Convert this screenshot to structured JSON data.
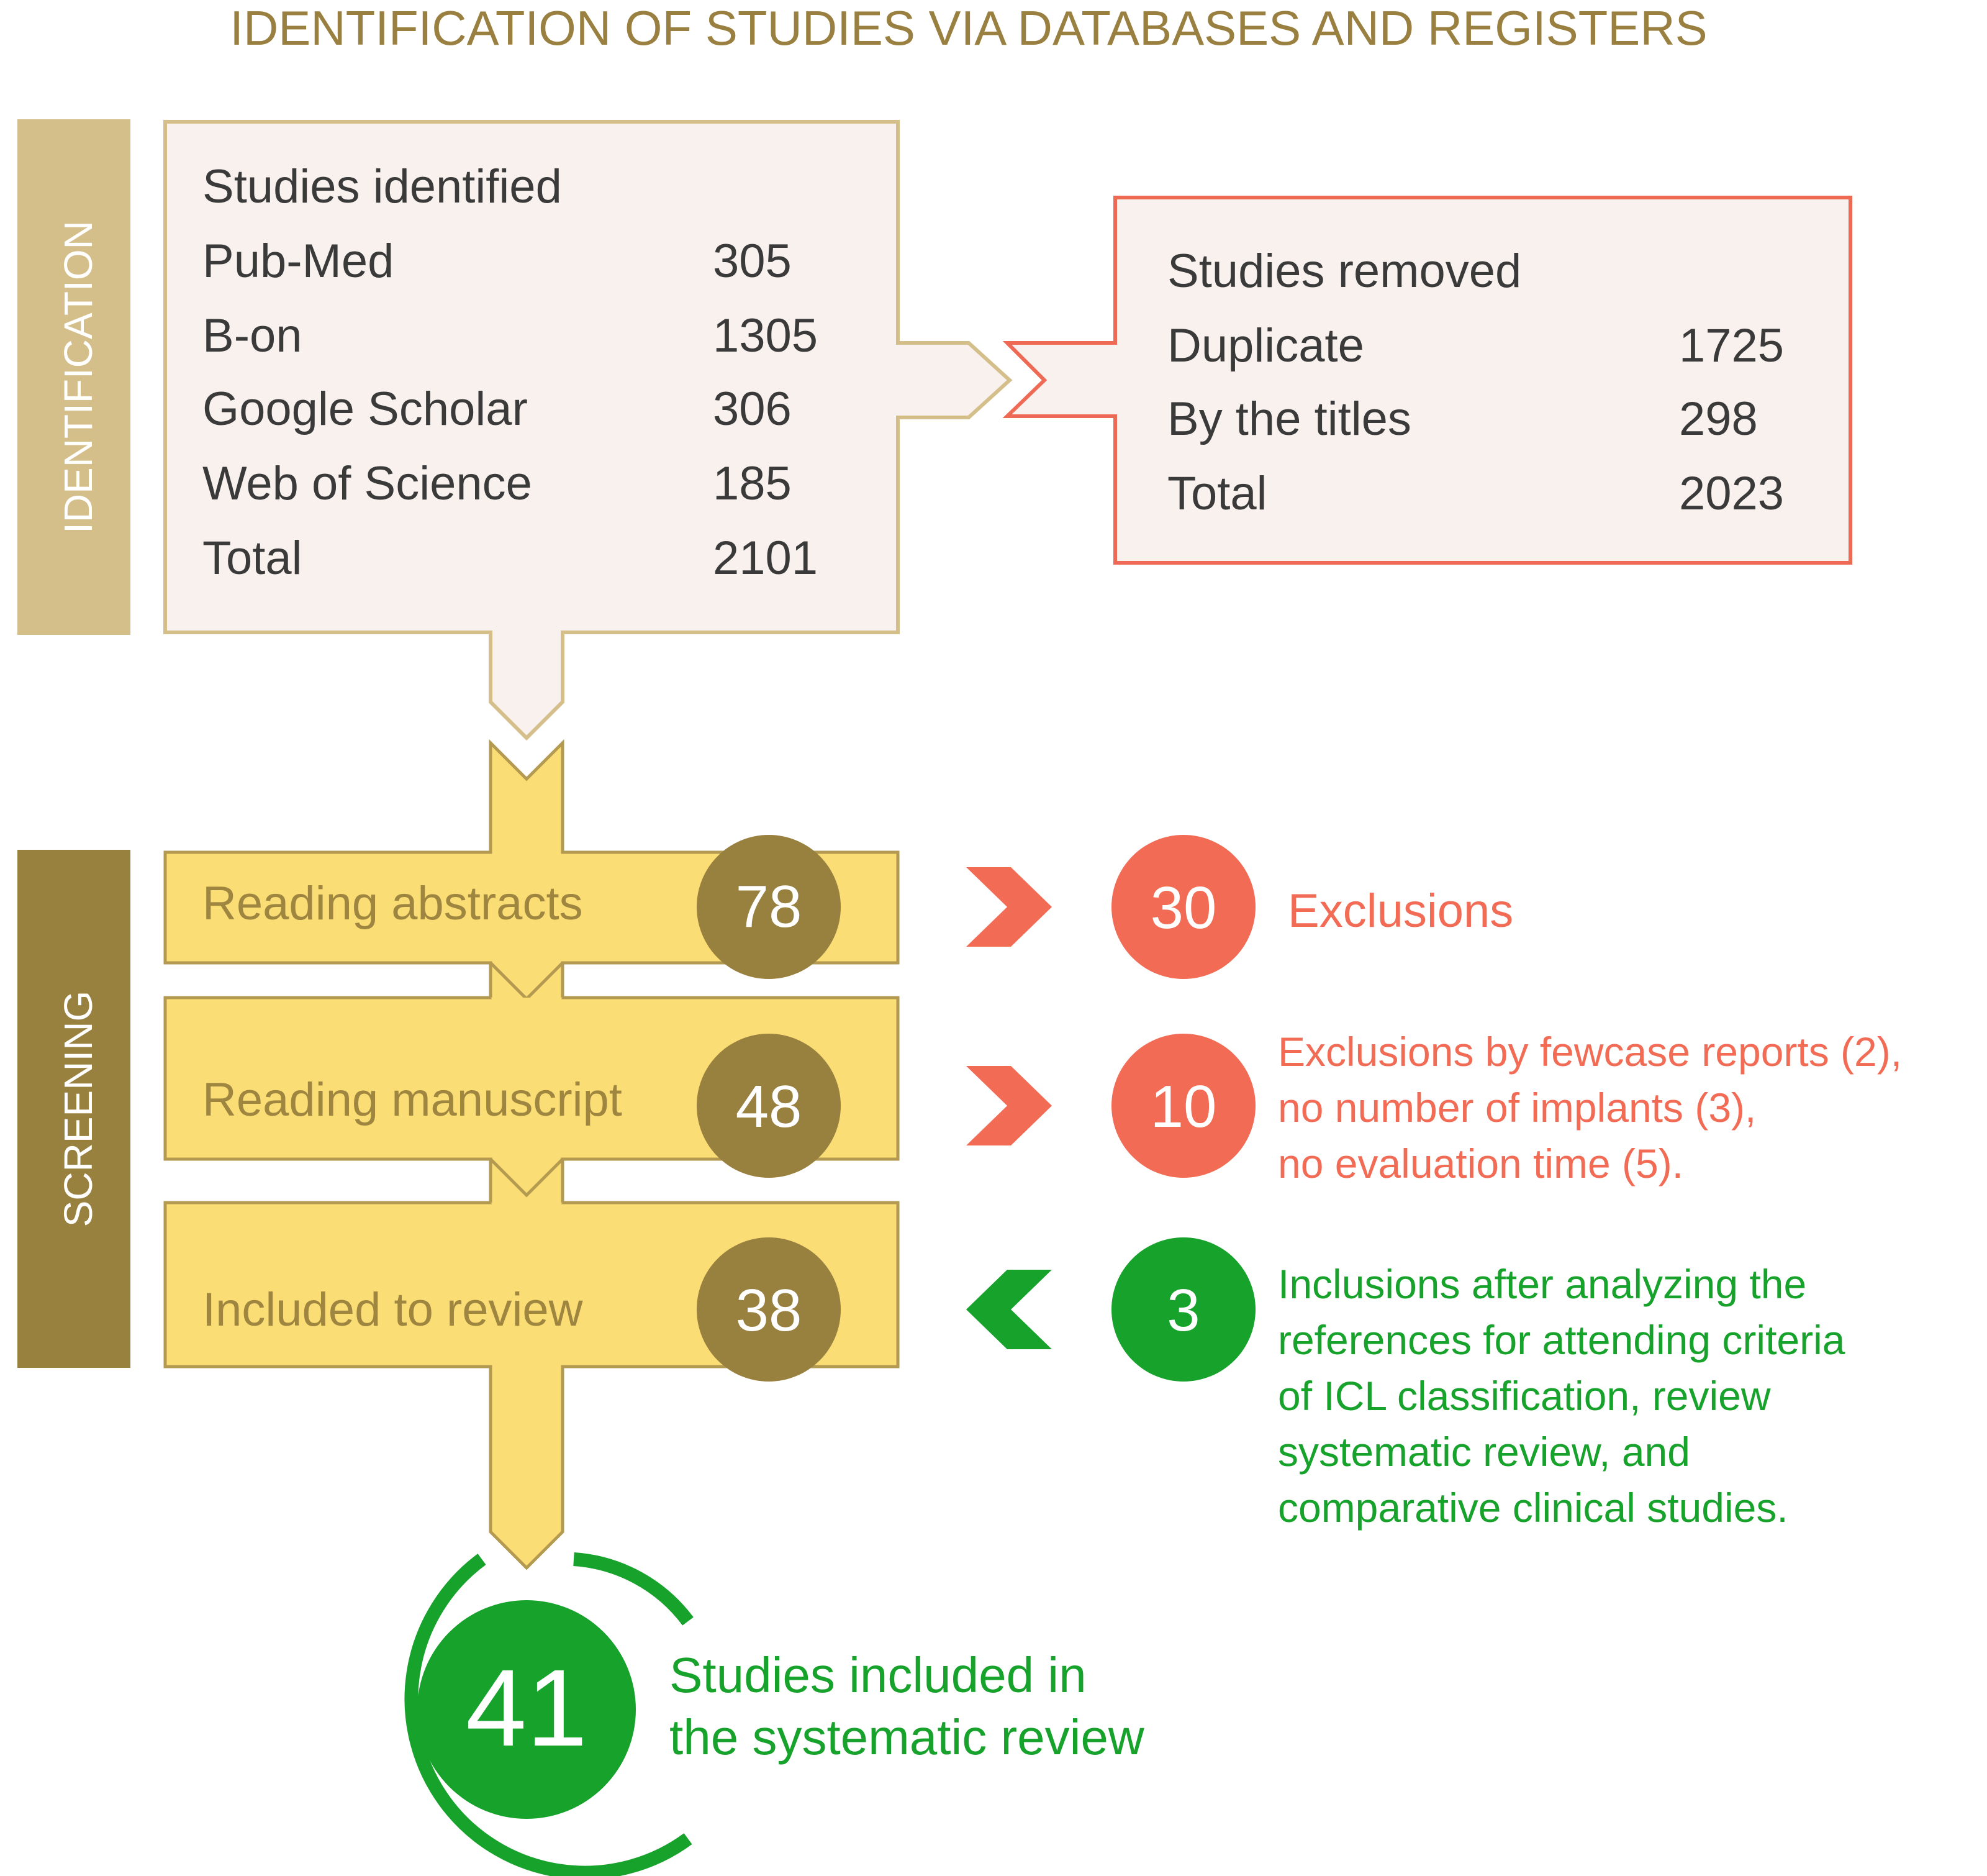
{
  "title": "IDENTIFICATION OF STUDIES VIA DATABASES AND REGISTERS",
  "phases": {
    "identification": "IDENTIFICATION",
    "screening": "SCREENING"
  },
  "identified": {
    "heading": "Studies identified",
    "rows": [
      {
        "label": "Pub-Med",
        "value": "305"
      },
      {
        "label": "B-on",
        "value": "1305"
      },
      {
        "label": "Google Scholar",
        "value": "306"
      },
      {
        "label": "Web of Science",
        "value": "185"
      },
      {
        "label": "Total",
        "value": "2101"
      }
    ]
  },
  "removed": {
    "heading": "Studies removed",
    "rows": [
      {
        "label": "Duplicate",
        "value": "1725"
      },
      {
        "label": "By the titles",
        "value": "298"
      },
      {
        "label": "Total",
        "value": "2023"
      }
    ]
  },
  "steps": [
    {
      "label": "Reading abstracts",
      "count": "78"
    },
    {
      "label": "Reading manuscript",
      "count": "48"
    },
    {
      "label": "Included to review",
      "count": "38"
    }
  ],
  "side_notes": [
    {
      "count": "30",
      "kind": "exclusion",
      "lines": [
        "Exclusions"
      ]
    },
    {
      "count": "10",
      "kind": "exclusion",
      "lines": [
        "Exclusions by fewcase reports (2),",
        "no number of implants (3),",
        "no evaluation time (5)."
      ]
    },
    {
      "count": "3",
      "kind": "inclusion",
      "lines": [
        "Inclusions after analyzing the",
        "references for attending criteria",
        "of ICL classification, review",
        "systematic review, and",
        "comparative clinical studies."
      ]
    }
  ],
  "final": {
    "count": "41",
    "lines": [
      "Studies included in",
      "the systematic review"
    ]
  },
  "colors": {
    "title": "#9a8040",
    "phase_identification": "#d4be8a",
    "phase_screening": "#98803f",
    "box_fill": "#f9f1ed",
    "box_border_tan": "#d4be8a",
    "box_border_red": "#ee6a55",
    "step_fill": "#fbdd75",
    "step_border": "#b39a50",
    "step_text": "#9e8540",
    "badge": "#98803f",
    "exclusion": "#f26b55",
    "inclusion": "#17a22c",
    "body_text": "#3a3a3a"
  }
}
